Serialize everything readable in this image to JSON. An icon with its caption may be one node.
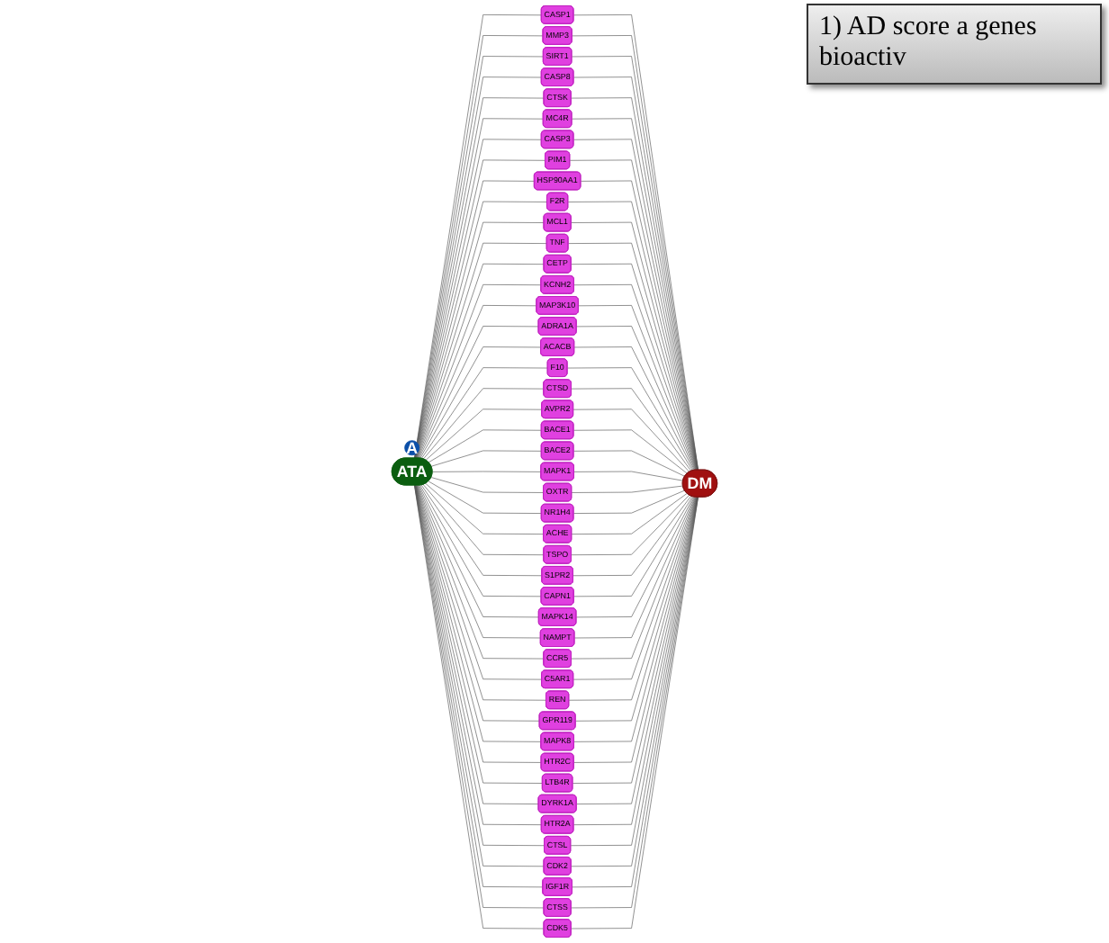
{
  "diagram": {
    "nodes": [
      {
        "text": [
          "A"
        ]
      },
      {
        "text": [
          "ATA"
        ]
      },
      {
        "text": [
          "DM"
        ]
      },
      {
        "text": [
          "CASP1"
        ]
      },
      {
        "text": [
          "MMP3"
        ]
      },
      {
        "text": [
          "SIRT1"
        ]
      },
      {
        "text": [
          "CASP8"
        ]
      },
      {
        "text": [
          "CTSK"
        ]
      },
      {
        "text": [
          "MC4R"
        ]
      },
      {
        "text": [
          "CASP3"
        ]
      },
      {
        "text": [
          "PIM1"
        ]
      },
      {
        "text": [
          "HSP90AA1"
        ]
      },
      {
        "text": [
          "F2R"
        ]
      },
      {
        "text": [
          "MCL1"
        ]
      },
      {
        "text": [
          "TNF"
        ]
      },
      {
        "text": [
          "CETP"
        ]
      },
      {
        "text": [
          "KCNH2"
        ]
      },
      {
        "text": [
          "MAP3K10"
        ]
      },
      {
        "text": [
          "ADRA1A"
        ]
      },
      {
        "text": [
          "ACACB"
        ]
      },
      {
        "text": [
          "F10"
        ]
      },
      {
        "text": [
          "CTSD"
        ]
      },
      {
        "text": [
          "AVPR2"
        ]
      },
      {
        "text": [
          "BACE1"
        ]
      },
      {
        "text": [
          "BACE2"
        ]
      },
      {
        "text": [
          "MAPK1"
        ]
      },
      {
        "text": [
          "OXTR"
        ]
      },
      {
        "text": [
          "NR1H4"
        ]
      },
      {
        "text": [
          "ACHE"
        ]
      },
      {
        "text": [
          "TSPO"
        ]
      },
      {
        "text": [
          "S1PR2"
        ]
      },
      {
        "text": [
          "CAPN1"
        ]
      },
      {
        "text": [
          "MAPK14"
        ]
      },
      {
        "text": [
          "NAMPT"
        ]
      },
      {
        "text": [
          "CCR5"
        ]
      },
      {
        "text": [
          "C5AR1"
        ]
      },
      {
        "text": [
          "REN"
        ]
      },
      {
        "text": [
          "GPR119"
        ]
      },
      {
        "text": [
          "MAPK8"
        ]
      },
      {
        "text": [
          "HTR2C"
        ]
      },
      {
        "text": [
          "LTB4R"
        ]
      },
      {
        "text": [
          "DYRK1A"
        ]
      },
      {
        "text": [
          "HTR2A"
        ]
      },
      {
        "text": [
          "CTSL"
        ]
      },
      {
        "text": [
          "CDK2"
        ]
      },
      {
        "text": [
          "IGF1R"
        ]
      },
      {
        "text": [
          "CTSS"
        ]
      },
      {
        "text": [
          "CDK5"
        ]
      }
    ],
    "edges": [
      {
        "from": 1,
        "to": 3,
        "arrow": "none"
      },
      {
        "from": 3,
        "to": 2,
        "arrow": "none"
      },
      {
        "from": 1,
        "to": 4,
        "arrow": "none"
      },
      {
        "from": 4,
        "to": 2,
        "arrow": "none"
      },
      {
        "from": 1,
        "to": 5,
        "arrow": "none"
      },
      {
        "from": 5,
        "to": 2,
        "arrow": "none"
      },
      {
        "from": 1,
        "to": 6,
        "arrow": "none"
      },
      {
        "from": 6,
        "to": 2,
        "arrow": "none"
      },
      {
        "from": 1,
        "to": 7,
        "arrow": "none"
      },
      {
        "from": 7,
        "to": 2,
        "arrow": "none"
      },
      {
        "from": 1,
        "to": 8,
        "arrow": "none"
      },
      {
        "from": 8,
        "to": 2,
        "arrow": "none"
      },
      {
        "from": 1,
        "to": 9,
        "arrow": "none"
      },
      {
        "from": 9,
        "to": 2,
        "arrow": "none"
      },
      {
        "from": 1,
        "to": 10,
        "arrow": "none"
      },
      {
        "from": 10,
        "to": 2,
        "arrow": "none"
      },
      {
        "from": 1,
        "to": 11,
        "arrow": "none"
      },
      {
        "from": 11,
        "to": 2,
        "arrow": "none"
      },
      {
        "from": 1,
        "to": 12,
        "arrow": "none"
      },
      {
        "from": 12,
        "to": 2,
        "arrow": "none"
      },
      {
        "from": 1,
        "to": 13,
        "arrow": "none"
      },
      {
        "from": 13,
        "to": 2,
        "arrow": "none"
      },
      {
        "from": 1,
        "to": 14,
        "arrow": "none"
      },
      {
        "from": 14,
        "to": 2,
        "arrow": "none"
      },
      {
        "from": 1,
        "to": 15,
        "arrow": "none"
      },
      {
        "from": 15,
        "to": 2,
        "arrow": "none"
      },
      {
        "from": 1,
        "to": 16,
        "arrow": "none"
      },
      {
        "from": 16,
        "to": 2,
        "arrow": "none"
      },
      {
        "from": 1,
        "to": 17,
        "arrow": "none"
      },
      {
        "from": 17,
        "to": 2,
        "arrow": "none"
      },
      {
        "from": 1,
        "to": 18,
        "arrow": "none"
      },
      {
        "from": 18,
        "to": 2,
        "arrow": "none"
      },
      {
        "from": 1,
        "to": 19,
        "arrow": "none"
      },
      {
        "from": 19,
        "to": 2,
        "arrow": "none"
      },
      {
        "from": 1,
        "to": 20,
        "arrow": "none"
      },
      {
        "from": 20,
        "to": 2,
        "arrow": "none"
      },
      {
        "from": 1,
        "to": 21,
        "arrow": "none"
      },
      {
        "from": 21,
        "to": 2,
        "arrow": "none"
      },
      {
        "from": 1,
        "to": 22,
        "arrow": "none"
      },
      {
        "from": 22,
        "to": 2,
        "arrow": "none"
      },
      {
        "from": 1,
        "to": 23,
        "arrow": "none"
      },
      {
        "from": 23,
        "to": 2,
        "arrow": "none"
      },
      {
        "from": 1,
        "to": 24,
        "arrow": "none"
      },
      {
        "from": 24,
        "to": 2,
        "arrow": "none"
      },
      {
        "from": 1,
        "to": 25,
        "arrow": "none"
      },
      {
        "from": 25,
        "to": 2,
        "arrow": "none"
      },
      {
        "from": 1,
        "to": 26,
        "arrow": "none"
      },
      {
        "from": 26,
        "to": 2,
        "arrow": "none"
      },
      {
        "from": 1,
        "to": 27,
        "arrow": "none"
      },
      {
        "from": 27,
        "to": 2,
        "arrow": "none"
      },
      {
        "from": 1,
        "to": 28,
        "arrow": "none"
      },
      {
        "from": 28,
        "to": 2,
        "arrow": "none"
      },
      {
        "from": 1,
        "to": 29,
        "arrow": "none"
      },
      {
        "from": 29,
        "to": 2,
        "arrow": "none"
      },
      {
        "from": 1,
        "to": 30,
        "arrow": "none"
      },
      {
        "from": 30,
        "to": 2,
        "arrow": "none"
      },
      {
        "from": 1,
        "to": 31,
        "arrow": "none"
      },
      {
        "from": 31,
        "to": 2,
        "arrow": "none"
      },
      {
        "from": 1,
        "to": 32,
        "arrow": "none"
      },
      {
        "from": 32,
        "to": 2,
        "arrow": "none"
      },
      {
        "from": 1,
        "to": 33,
        "arrow": "none"
      },
      {
        "from": 33,
        "to": 2,
        "arrow": "none"
      },
      {
        "from": 1,
        "to": 34,
        "arrow": "none"
      },
      {
        "from": 34,
        "to": 2,
        "arrow": "none"
      },
      {
        "from": 1,
        "to": 35,
        "arrow": "none"
      },
      {
        "from": 35,
        "to": 2,
        "arrow": "none"
      },
      {
        "from": 1,
        "to": 36,
        "arrow": "none"
      },
      {
        "from": 36,
        "to": 2,
        "arrow": "none"
      },
      {
        "from": 1,
        "to": 37,
        "arrow": "none"
      },
      {
        "from": 37,
        "to": 2,
        "arrow": "none"
      },
      {
        "from": 1,
        "to": 38,
        "arrow": "none"
      },
      {
        "from": 38,
        "to": 2,
        "arrow": "none"
      },
      {
        "from": 1,
        "to": 39,
        "arrow": "none"
      },
      {
        "from": 39,
        "to": 2,
        "arrow": "none"
      },
      {
        "from": 1,
        "to": 40,
        "arrow": "none"
      },
      {
        "from": 40,
        "to": 2,
        "arrow": "none"
      },
      {
        "from": 1,
        "to": 41,
        "arrow": "none"
      },
      {
        "from": 41,
        "to": 2,
        "arrow": "none"
      },
      {
        "from": 1,
        "to": 42,
        "arrow": "none"
      },
      {
        "from": 42,
        "to": 2,
        "arrow": "none"
      },
      {
        "from": 1,
        "to": 43,
        "arrow": "none"
      },
      {
        "from": 43,
        "to": 2,
        "arrow": "none"
      },
      {
        "from": 1,
        "to": 44,
        "arrow": "none"
      },
      {
        "from": 44,
        "to": 2,
        "arrow": "none"
      },
      {
        "from": 1,
        "to": 45,
        "arrow": "none"
      },
      {
        "from": 45,
        "to": 2,
        "arrow": "none"
      },
      {
        "from": 1,
        "to": 46,
        "arrow": "none"
      },
      {
        "from": 46,
        "to": 2,
        "arrow": "none"
      },
      {
        "from": 1,
        "to": 47,
        "arrow": "none"
      },
      {
        "from": 47,
        "to": 2,
        "arrow": "none"
      }
    ],
    "labels": [
      "1) AD score a genes bioactiv"
    ]
  }
}
